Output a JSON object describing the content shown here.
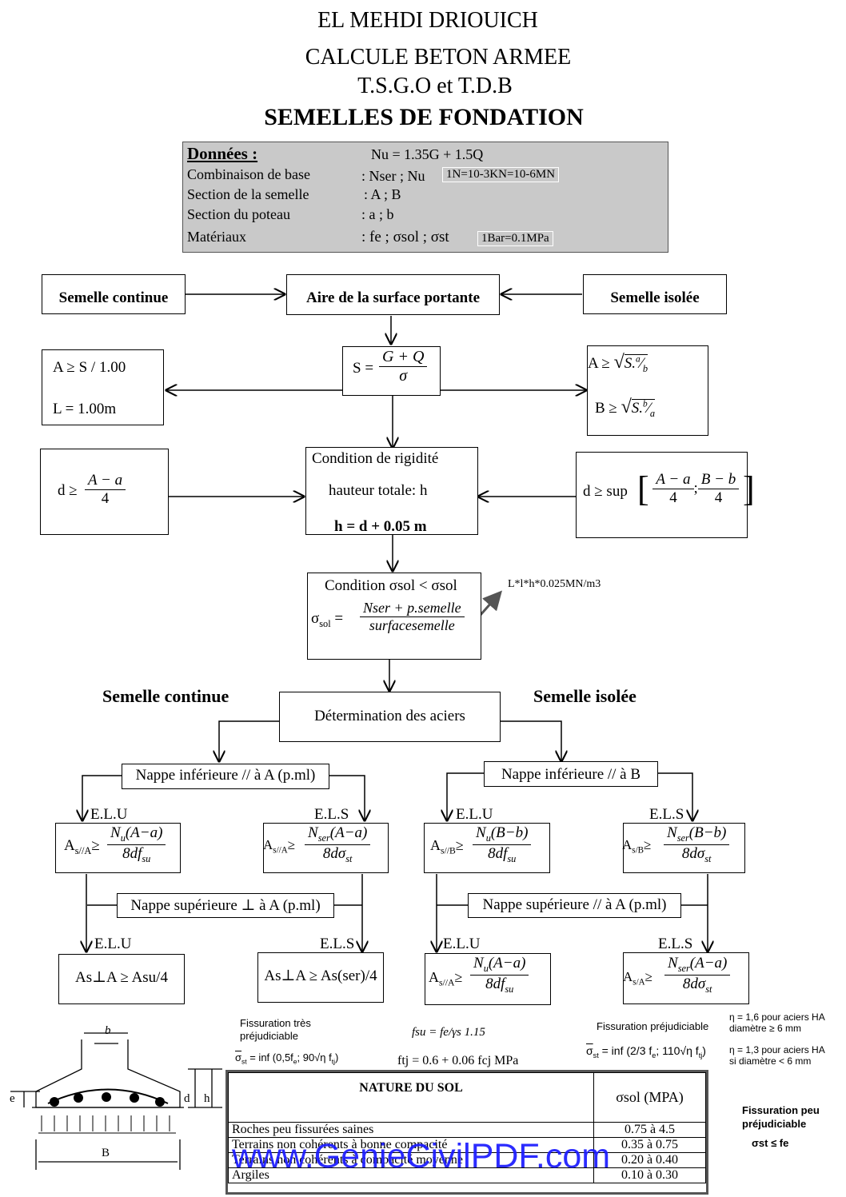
{
  "header": {
    "author": "EL MEHDI DRIOUICH",
    "subject": "CALCULE BETON ARMEE",
    "level": "T.S.G.O et T.D.B",
    "title": "SEMELLES DE FONDATION"
  },
  "donnees": {
    "heading": "Données :",
    "nu_formula": "Nu = 1.35G + 1.5Q",
    "rows": [
      {
        "label": "Combinaison de base",
        "value": ":  Nser ; Nu"
      },
      {
        "label": "Section de la semelle",
        "value": ":  A ; B"
      },
      {
        "label": "Section du poteau",
        "value": ":  a ; b"
      },
      {
        "label": "Matériaux",
        "value": ":  fe ;  σsol ; σst"
      }
    ],
    "unit_force": "1N=10-3KN=10-6MN",
    "unit_pressure": "1Bar=0.1MPa"
  },
  "flow": {
    "semelle_continue": "Semelle continue",
    "aire": "Aire de la surface portante",
    "semelle_isolee": "Semelle isolée",
    "cont_A": "A ≥ S / 1.00",
    "cont_L": "L = 1.00m",
    "s_formula_lhs": "S =",
    "s_num": "G + Q",
    "s_den": "σ",
    "iso_A": "A ≥",
    "iso_B": "B ≥",
    "d_left": "d ≥",
    "rig_title": "Condition de rigidité",
    "rig_h": "hauteur totale: h",
    "rig_formula": "h = d + 0.05 m",
    "d_right": "d ≥ sup",
    "cond_sol": "Condition σsol < σsol",
    "sol_num": "Nser + p.semelle",
    "sol_den": "surfacesemelle",
    "weight_note": "L*l*h*0.025MN/m3",
    "label_continue": "Semelle continue",
    "label_isolee": "Semelle isolée",
    "aciers": "Détermination des aciers",
    "nappe_inf_A": "Nappe inférieure // à A (p.ml)",
    "nappe_inf_B": "Nappe inférieure // à B",
    "nappe_sup_perp": "Nappe supérieure ⊥ à A (p.ml)",
    "nappe_sup_par": "Nappe supérieure // à A (p.ml)",
    "elu": "E.L.U",
    "els": "E.L.S",
    "as_perp_elu": "As⊥A ≥ Asu/4",
    "as_perp_els": "As⊥A ≥ As(ser)/4"
  },
  "notes": {
    "fiss_tres": "Fissuration très préjudiciable",
    "fsu": "fsu = fe/γs  1.15",
    "ftj": "ftj = 0.6 + 0.06 fcj  MPa",
    "fiss_prej": "Fissuration préjudiciable",
    "eta1": "η = 1,6 pour aciers HA diamètre ≥ 6 mm",
    "eta2": "η = 1,3 pour aciers HA si diamètre < 6 mm",
    "fiss_peu": "Fissuration peu préjudiciable",
    "sigma_st_fe": "σst ≤ fe"
  },
  "soil_table": {
    "header_nature": "NATURE DU SOL",
    "header_sigma": "σsol (MPA)",
    "rows": [
      {
        "nature": "Roches peu fissurées saines",
        "value": "0.75 à 4.5"
      },
      {
        "nature": "Terrains non cohérents à bonne compacité",
        "value": "0.35 à 0.75"
      },
      {
        "nature": "Terrains non cohérents à compacité moyenne",
        "value": "0.20 à 0.40"
      },
      {
        "nature": "Argiles",
        "value": "0.10 à 0.30"
      }
    ]
  },
  "diagram": {
    "b": "b",
    "e": "e",
    "d": "d",
    "h": "h",
    "B": "B"
  },
  "watermark": "www.GenieCivilPDF.com"
}
